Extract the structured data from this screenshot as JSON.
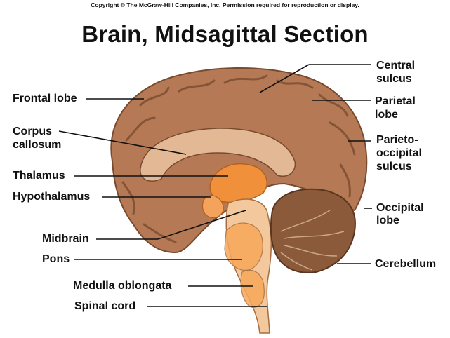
{
  "copyright": "Copyright © The McGraw-Hill Companies, Inc. Permission required for reproduction or display.",
  "title": "Brain, Midsagittal Section",
  "labels": {
    "frontal_lobe": "Frontal lobe",
    "corpus_callosum_1": "Corpus",
    "corpus_callosum_2": "callosum",
    "thalamus": "Thalamus",
    "hypothalamus": "Hypothalamus",
    "midbrain": "Midbrain",
    "pons": "Pons",
    "medulla_oblongata": "Medulla oblongata",
    "spinal_cord": "Spinal cord",
    "central_sulcus_1": "Central",
    "central_sulcus_2": "sulcus",
    "parietal_lobe_1": "Parietal",
    "parietal_lobe_2": "lobe",
    "parieto_occipital_1": "Parieto-",
    "parieto_occipital_2": "occipital",
    "parieto_occipital_3": "sulcus",
    "occipital_lobe_1": "Occipital",
    "occipital_lobe_2": "lobe",
    "cerebellum": "Cerebellum"
  },
  "colors": {
    "cortex": "#b57a55",
    "cortex_dark": "#7a4a2e",
    "corpus_callosum": "#e2b895",
    "thalamus": "#f0903a",
    "brainstem": "#f2c89c",
    "cerebellum": "#8a5a3a"
  }
}
